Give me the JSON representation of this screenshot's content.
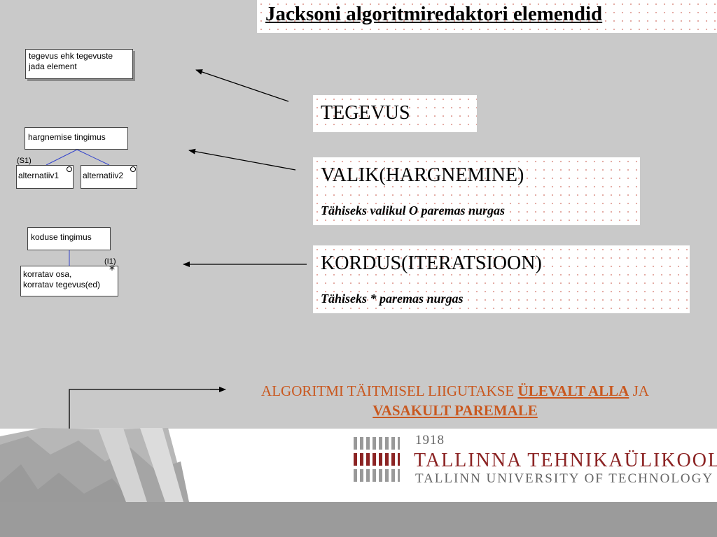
{
  "title": "Jacksoni algoritmiredaktori elemendid",
  "diagram": {
    "action_box": {
      "line1": "tegevus ehk tegevuste",
      "line2": "jada element"
    },
    "selection": {
      "condition": "hargnemise tingimus",
      "s_label": "(S1)",
      "alt1": "alternatiiv1",
      "alt2": "alternatiiv2"
    },
    "iteration": {
      "condition": "koduse tingimus",
      "i_label": "(I1)",
      "star": "*",
      "body_line1": "korratav osa,",
      "body_line2": "korratav tegevus(ed)"
    }
  },
  "labels": {
    "action": {
      "heading": "TEGEVUS"
    },
    "selection": {
      "heading": "VALIK(HARGNEMINE)",
      "note": "Tähiseks  valikul O paremas nurgas"
    },
    "iteration": {
      "heading": "KORDUS(ITERATSIOON)",
      "note": "Tähiseks * paremas nurgas"
    }
  },
  "flow_note": {
    "part1": "ALGORITMI TÄITMISEL LIIGUTAKSE ",
    "em1": "ÜLEVALT ALLA",
    "part2": " JA ",
    "em2": "VASAKULT  PAREMALE"
  },
  "university": {
    "year": "1918",
    "name_et": "TALLINNA TEHNIKAÜLIKOOL",
    "name_en": "TALLINN UNIVERSITY OF TECHNOLOGY"
  },
  "colors": {
    "accent_orange": "#c9581f",
    "university_red": "#8c2424",
    "connector_blue": "#3344cc"
  }
}
